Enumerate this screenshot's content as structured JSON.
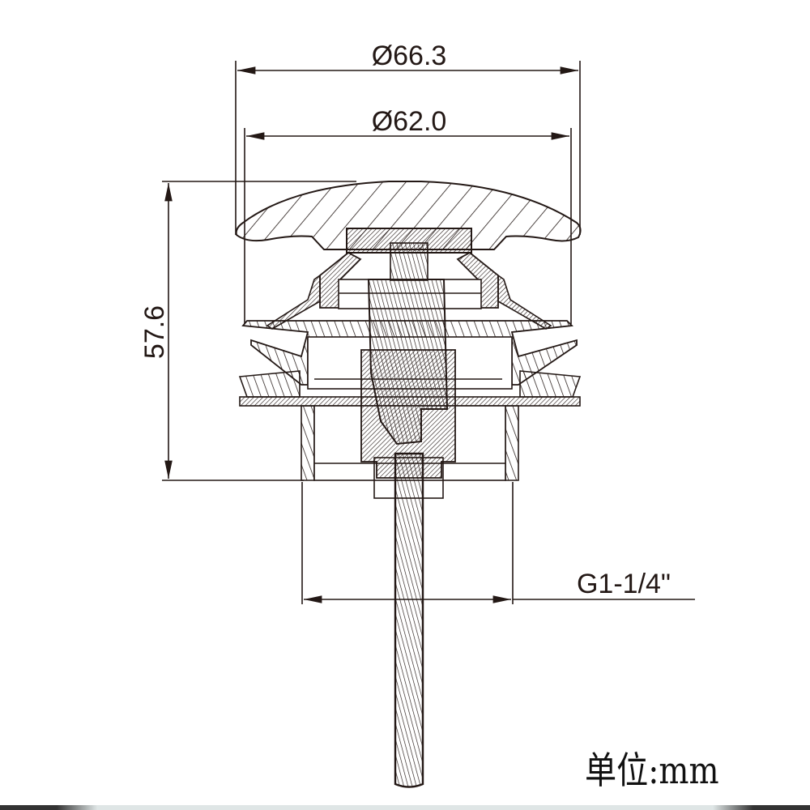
{
  "dimensions": {
    "outer_diameter": "Ø66.3",
    "inner_diameter": "Ø62.0",
    "height": "57.6",
    "thread": "G1-1/4\""
  },
  "unit_label": "单位:mm",
  "colors": {
    "line": "#231815"
  }
}
